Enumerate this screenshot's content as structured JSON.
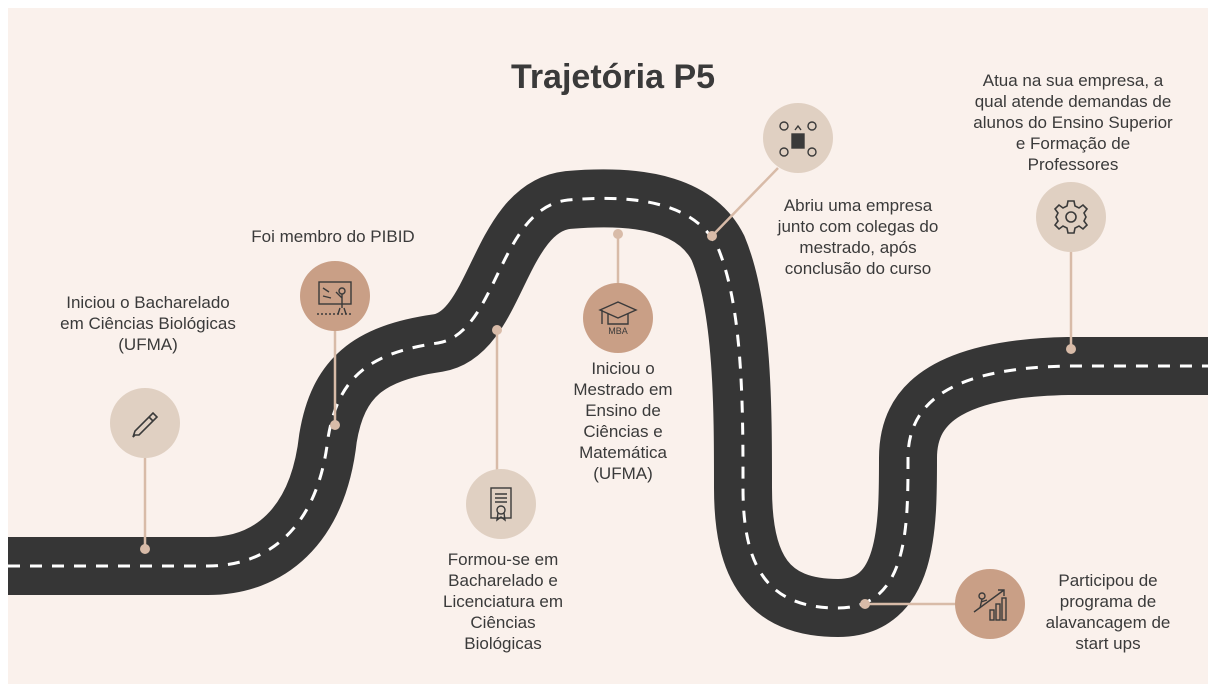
{
  "title": "Trajetória P5",
  "colors": {
    "background": "#faf1ec",
    "road": "#363636",
    "dashes": "#ffffff",
    "connector": "#d8bba8",
    "circle_light": "#e0d0c2",
    "circle_medium": "#c99f86",
    "text": "#3a3a3a"
  },
  "milestones": [
    {
      "text": "Iniciou o Bacharelado\nem Ciências Biológicas\n(UFMA)",
      "icon": "pencil-icon"
    },
    {
      "text": "Foi membro do PIBID",
      "icon": "teacher-board-icon"
    },
    {
      "text": "Formou-se em\nBacharelado e\nLicenciatura em\nCiências\nBiológicas",
      "icon": "diploma-certificate-icon"
    },
    {
      "text": "Iniciou o\nMestrado em\nEnsino de\nCiências e\nMatemática\n(UFMA)",
      "icon": "mba-graduation-cap-icon",
      "icon_label": "MBA"
    },
    {
      "text": "Abriu uma empresa\njunto com colegas do\nmestrado, após\nconclusão do curso",
      "icon": "company-network-icon"
    },
    {
      "text": "Participou de\nprograma de\nalavancagem de\nstart ups",
      "icon": "growth-chart-climber-icon"
    },
    {
      "text": "Atua na sua empresa, a\nqual atende demandas de\nalunos do Ensino Superior\ne Formação de\nProfessores",
      "icon": "gear-icon"
    }
  ]
}
